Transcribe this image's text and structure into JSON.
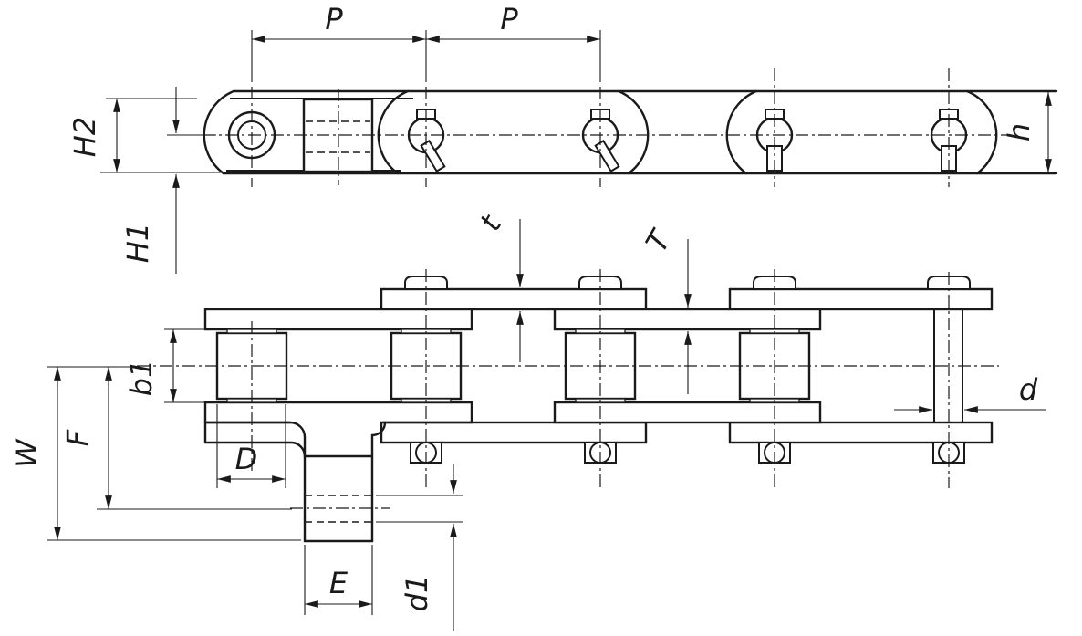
{
  "drawing": {
    "kind": "technical-drawing",
    "subject": "roller-chain-with-bent-attachment-plate",
    "views": [
      "side-elevation",
      "plan"
    ]
  },
  "colors": {
    "line": "#1a1a1a",
    "background": "#ffffff"
  },
  "labels": {
    "P1": "P",
    "P2": "P",
    "H2": "H2",
    "H1": "H1",
    "h": "h",
    "t": "t",
    "T": "T",
    "b1": "b1",
    "W": "W",
    "F": "F",
    "D": "D",
    "E": "E",
    "d1": "d1",
    "d": "d"
  }
}
